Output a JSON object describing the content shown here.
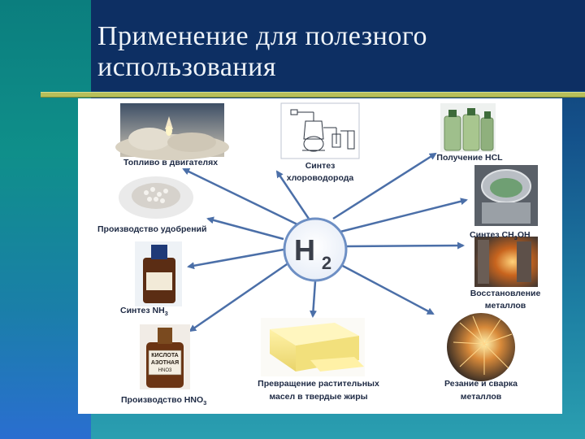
{
  "slide": {
    "title_line1": "Применение для полезного",
    "title_line2": "использования"
  },
  "center": {
    "symbol": "H",
    "subscript": "2"
  },
  "labels": {
    "fuel": "Топливо в двигателях",
    "hcl_synth_line1": "Синтез",
    "hcl_synth_line2": "хлороводорода",
    "hcl_get": "Получение HCL",
    "fertilizer": "Производство удобрений",
    "methanol_prefix": "Синтез CH",
    "methanol_sub": "3",
    "methanol_suffix": "OH",
    "nh3_prefix": "Синтез NH",
    "nh3_sub": "3",
    "metals_line1": "Восстановление",
    "metals_line2": "металлов",
    "hno3_prefix": "Производство HNO",
    "hno3_sub": "3",
    "fats_line1": "Превращение растительных",
    "fats_line2": "масел в твердые жиры",
    "weld_line1": "Резание и сварка",
    "weld_line2": "металлов"
  },
  "bottle_label": {
    "line1": "КИСЛОТА",
    "line2": "АЗОТНАЯ",
    "line3": "HNO3"
  },
  "colors": {
    "arrow": "#4b6fa8",
    "circle_border": "#6d8fc4",
    "h2_text": "#3a3f4a",
    "label_text": "#1e2a44"
  }
}
